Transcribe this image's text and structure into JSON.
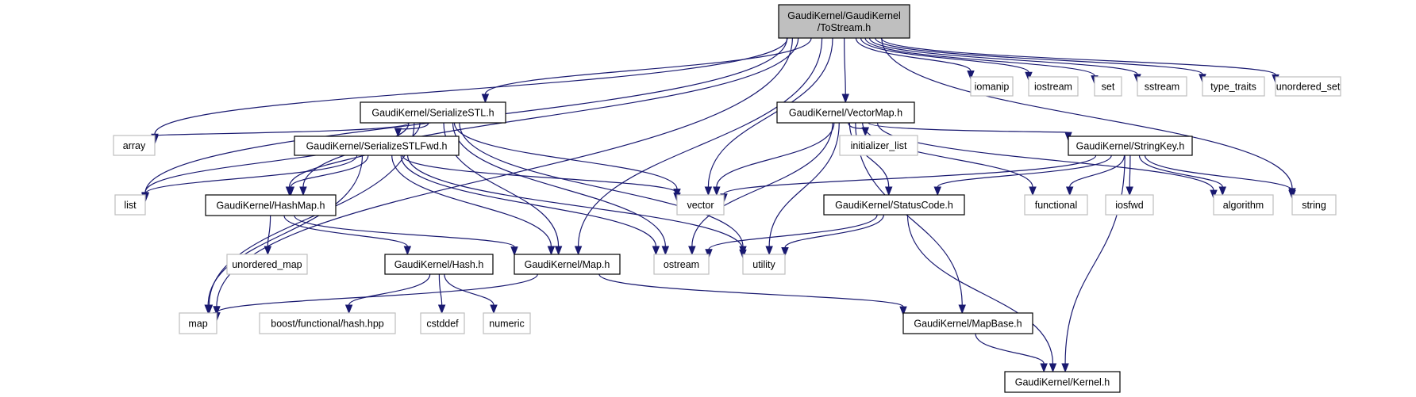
{
  "title": "Include dependency graph for GaudiKernel/GaudiKernel/ToStream.h",
  "colors": {
    "edge": "#191970",
    "root_fill": "#bfbfbf",
    "root_stroke": "#000000",
    "documented_stroke": "#000000",
    "external_stroke": "#bfbfbf",
    "node_fill": "#ffffff"
  },
  "nodes": [
    {
      "id": "root",
      "lines": [
        "GaudiKernel/GaudiKernel",
        "/ToStream.h"
      ],
      "kind": "root"
    },
    {
      "id": "serializestl",
      "lines": [
        "GaudiKernel/SerializeSTL.h"
      ],
      "kind": "doc"
    },
    {
      "id": "vectormap",
      "lines": [
        "GaudiKernel/VectorMap.h"
      ],
      "kind": "doc"
    },
    {
      "id": "iomanip",
      "lines": [
        "iomanip"
      ],
      "kind": "ext"
    },
    {
      "id": "iostream",
      "lines": [
        "iostream"
      ],
      "kind": "ext"
    },
    {
      "id": "set",
      "lines": [
        "set"
      ],
      "kind": "ext"
    },
    {
      "id": "sstream",
      "lines": [
        "sstream"
      ],
      "kind": "ext"
    },
    {
      "id": "type_traits",
      "lines": [
        "type_traits"
      ],
      "kind": "ext"
    },
    {
      "id": "unordered_set",
      "lines": [
        "unordered_set"
      ],
      "kind": "ext"
    },
    {
      "id": "array",
      "lines": [
        "array"
      ],
      "kind": "ext"
    },
    {
      "id": "serializestlfwd",
      "lines": [
        "GaudiKernel/SerializeSTLFwd.h"
      ],
      "kind": "doc"
    },
    {
      "id": "initializer_list",
      "lines": [
        "initializer_list"
      ],
      "kind": "ext"
    },
    {
      "id": "stringkey",
      "lines": [
        "GaudiKernel/StringKey.h"
      ],
      "kind": "doc"
    },
    {
      "id": "list",
      "lines": [
        "list"
      ],
      "kind": "ext"
    },
    {
      "id": "hashmap",
      "lines": [
        "GaudiKernel/HashMap.h"
      ],
      "kind": "doc"
    },
    {
      "id": "vector",
      "lines": [
        "vector"
      ],
      "kind": "ext"
    },
    {
      "id": "statuscode",
      "lines": [
        "GaudiKernel/StatusCode.h"
      ],
      "kind": "doc"
    },
    {
      "id": "functional",
      "lines": [
        "functional"
      ],
      "kind": "ext"
    },
    {
      "id": "iosfwd",
      "lines": [
        "iosfwd"
      ],
      "kind": "ext"
    },
    {
      "id": "algorithm",
      "lines": [
        "algorithm"
      ],
      "kind": "ext"
    },
    {
      "id": "string",
      "lines": [
        "string"
      ],
      "kind": "ext"
    },
    {
      "id": "unordered_map",
      "lines": [
        "unordered_map"
      ],
      "kind": "ext"
    },
    {
      "id": "hash",
      "lines": [
        "GaudiKernel/Hash.h"
      ],
      "kind": "doc"
    },
    {
      "id": "map_h",
      "lines": [
        "GaudiKernel/Map.h"
      ],
      "kind": "doc"
    },
    {
      "id": "ostream",
      "lines": [
        "ostream"
      ],
      "kind": "ext"
    },
    {
      "id": "utility",
      "lines": [
        "utility"
      ],
      "kind": "ext"
    },
    {
      "id": "map",
      "lines": [
        "map"
      ],
      "kind": "ext"
    },
    {
      "id": "boost_hash",
      "lines": [
        "boost/functional/hash.hpp"
      ],
      "kind": "ext"
    },
    {
      "id": "cstddef",
      "lines": [
        "cstddef"
      ],
      "kind": "ext"
    },
    {
      "id": "numeric",
      "lines": [
        "numeric"
      ],
      "kind": "ext"
    },
    {
      "id": "mapbase",
      "lines": [
        "GaudiKernel/MapBase.h"
      ],
      "kind": "doc"
    },
    {
      "id": "kernel",
      "lines": [
        "GaudiKernel/Kernel.h"
      ],
      "kind": "doc"
    }
  ],
  "edges": [
    [
      "root",
      "serializestl"
    ],
    [
      "root",
      "vectormap"
    ],
    [
      "root",
      "iomanip"
    ],
    [
      "root",
      "iostream"
    ],
    [
      "root",
      "set"
    ],
    [
      "root",
      "sstream"
    ],
    [
      "root",
      "type_traits"
    ],
    [
      "root",
      "unordered_set"
    ],
    [
      "root",
      "array"
    ],
    [
      "root",
      "list"
    ],
    [
      "root",
      "hashmap"
    ],
    [
      "root",
      "vector"
    ],
    [
      "root",
      "map_h"
    ],
    [
      "root",
      "map"
    ],
    [
      "root",
      "string"
    ],
    [
      "serializestl",
      "serializestlfwd"
    ],
    [
      "serializestl",
      "array"
    ],
    [
      "serializestl",
      "list"
    ],
    [
      "serializestl",
      "hashmap"
    ],
    [
      "serializestl",
      "vector"
    ],
    [
      "serializestl",
      "map_h"
    ],
    [
      "serializestl",
      "ostream"
    ],
    [
      "serializestl",
      "utility"
    ],
    [
      "serializestl",
      "map"
    ],
    [
      "serializestlfwd",
      "list"
    ],
    [
      "serializestlfwd",
      "hashmap"
    ],
    [
      "serializestlfwd",
      "vector"
    ],
    [
      "serializestlfwd",
      "map_h"
    ],
    [
      "serializestlfwd",
      "ostream"
    ],
    [
      "serializestlfwd",
      "utility"
    ],
    [
      "serializestlfwd",
      "map"
    ],
    [
      "vectormap",
      "initializer_list"
    ],
    [
      "vectormap",
      "vector"
    ],
    [
      "vectormap",
      "statuscode"
    ],
    [
      "vectormap",
      "stringkey"
    ],
    [
      "vectormap",
      "functional"
    ],
    [
      "vectormap",
      "algorithm"
    ],
    [
      "vectormap",
      "ostream"
    ],
    [
      "vectormap",
      "utility"
    ],
    [
      "vectormap",
      "mapbase"
    ],
    [
      "stringkey",
      "vector"
    ],
    [
      "stringkey",
      "statuscode"
    ],
    [
      "stringkey",
      "functional"
    ],
    [
      "stringkey",
      "iosfwd"
    ],
    [
      "stringkey",
      "algorithm"
    ],
    [
      "stringkey",
      "string"
    ],
    [
      "stringkey",
      "kernel"
    ],
    [
      "statuscode",
      "ostream"
    ],
    [
      "statuscode",
      "utility"
    ],
    [
      "statuscode",
      "kernel"
    ],
    [
      "hashmap",
      "unordered_map"
    ],
    [
      "hashmap",
      "hash"
    ],
    [
      "hashmap",
      "map_h"
    ],
    [
      "hash",
      "boost_hash"
    ],
    [
      "hash",
      "cstddef"
    ],
    [
      "hash",
      "numeric"
    ],
    [
      "map_h",
      "map"
    ],
    [
      "map_h",
      "mapbase"
    ],
    [
      "mapbase",
      "kernel"
    ]
  ]
}
